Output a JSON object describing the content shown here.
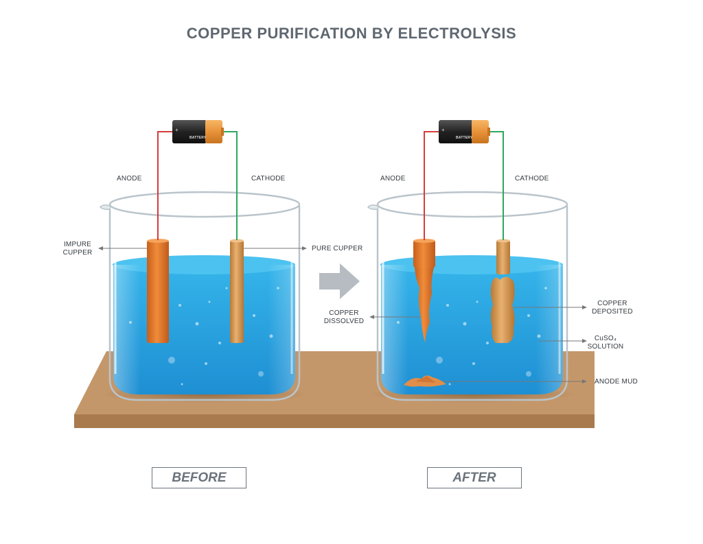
{
  "title": "COPPER PURIFICATION BY ELECTROLYSIS",
  "battery_text": "BATTERY",
  "labels": {
    "anode": "ANODE",
    "cathode": "CATHODE",
    "impure_copper": [
      "IMPURE",
      "CUPPER"
    ],
    "pure_copper": "PURE CUPPER",
    "copper_dissolved": [
      "COPPER",
      "DISSOLVED"
    ],
    "copper_deposited": [
      "COPPER",
      "DEPOSITED"
    ],
    "solution": [
      "CuSO₄",
      "SOLUTION"
    ],
    "anode_mud": "ANODE MUD"
  },
  "states": {
    "before": "BEFORE",
    "after": "AFTER"
  },
  "colors": {
    "title": "#5f6770",
    "solution": "#3fb3e6",
    "anode_copper": "#e07a2a",
    "cathode_copper": "#d59a55",
    "table": "#c4976a",
    "wire_positive": "#d63b3b",
    "wire_negative": "#2aa85a"
  }
}
